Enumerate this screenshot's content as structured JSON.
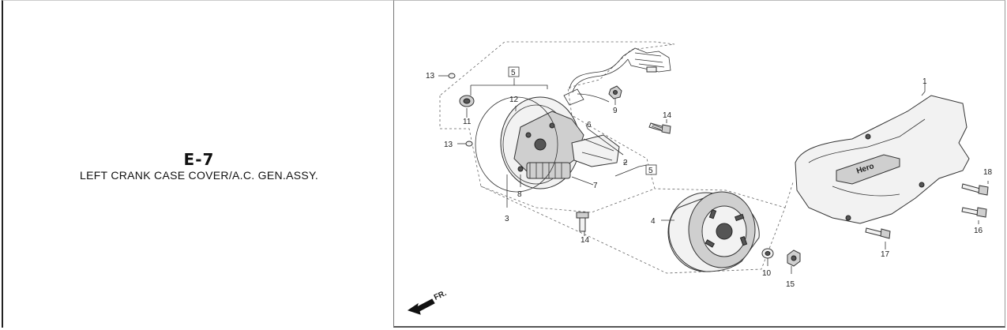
{
  "section": {
    "code": "E-7",
    "title": "LEFT CRANK CASE COVER/A.C. GEN.ASSY."
  },
  "diagram": {
    "brand": "Hero",
    "direction": "FR.",
    "labels": {
      "p1": "1",
      "p2": "2",
      "p3": "3",
      "p4": "4",
      "p6": "6",
      "p7": "7",
      "p8": "8",
      "p9": "9",
      "p10": "10",
      "p11": "11",
      "p12": "12",
      "p13a": "13",
      "p13b": "13",
      "p14a": "14",
      "p14b": "14",
      "p15": "15",
      "p16": "16",
      "p17": "17",
      "p18": "18",
      "box5a": "5",
      "box5b": "5"
    }
  }
}
